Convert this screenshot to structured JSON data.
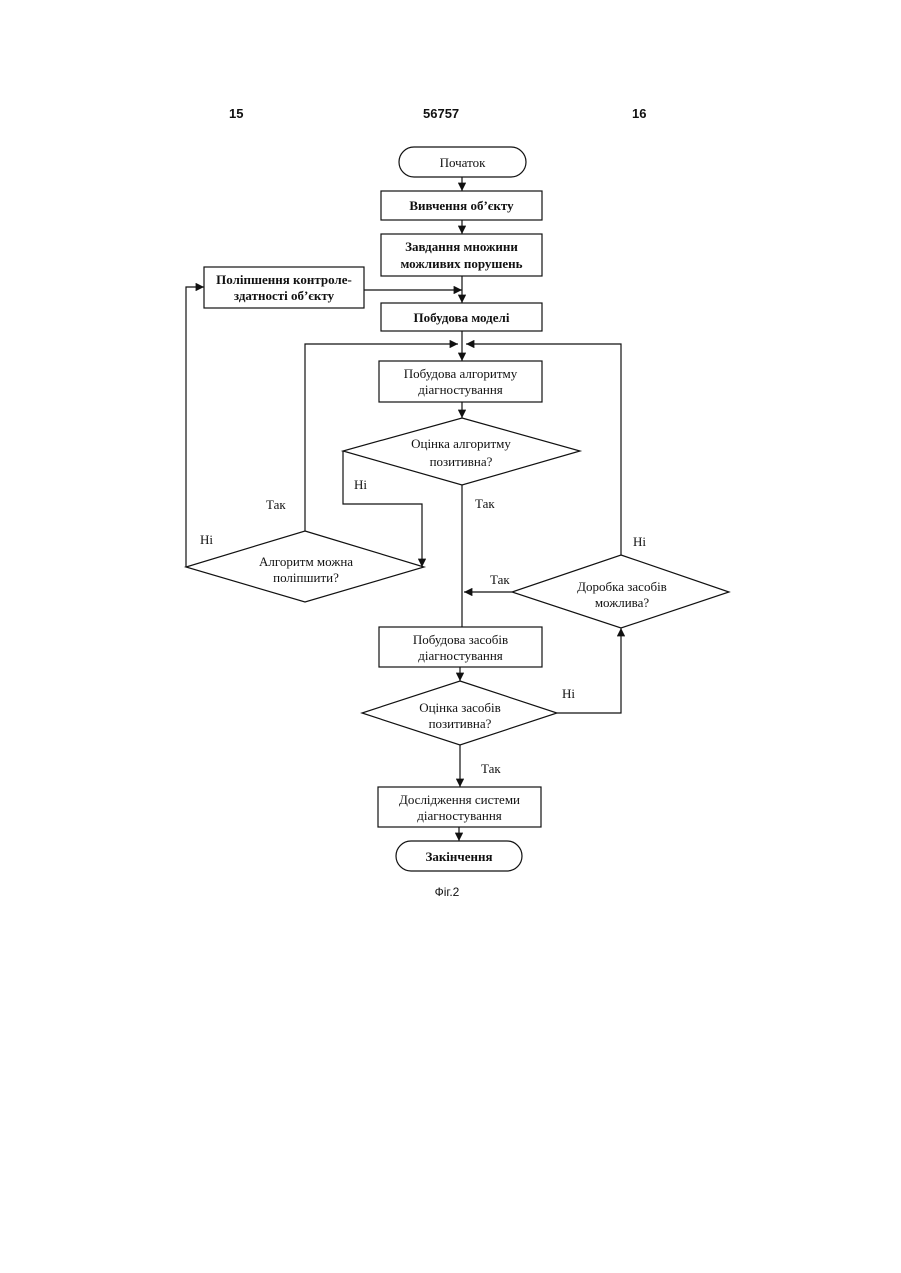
{
  "header": {
    "left_page": "15",
    "patent_number": "56757",
    "right_page": "16"
  },
  "flowchart": {
    "start": "Початок",
    "study_object": "Вивчення об’єкту",
    "fault_set_line1": "Завдання множини",
    "fault_set_line2": "можливих порушень",
    "improve_object_line1": "Поліпшення контроле-",
    "improve_object_line2": "здатності об’єкту",
    "build_model": "Побудова моделі",
    "build_algorithm_line1": "Побудова алгоритму",
    "build_algorithm_line2": "діагностування",
    "algo_eval_line1": "Оцінка алгоритму",
    "algo_eval_line2": "позитивна?",
    "algo_improve_line1": "Алгоритм можна",
    "algo_improve_line2": "поліпшити?",
    "tools_refine_line1": "Доробка засобів",
    "tools_refine_line2": "можлива?",
    "build_tools_line1": "Побудова засобів",
    "build_tools_line2": "діагностування",
    "tools_eval_line1": "Оцінка засобів",
    "tools_eval_line2": "позитивна?",
    "research_line1": "Дослідження системи",
    "research_line2": "діагностування",
    "end": "Закінчення",
    "yes": "Так",
    "no": "Ні"
  },
  "caption": "Фіг.2"
}
